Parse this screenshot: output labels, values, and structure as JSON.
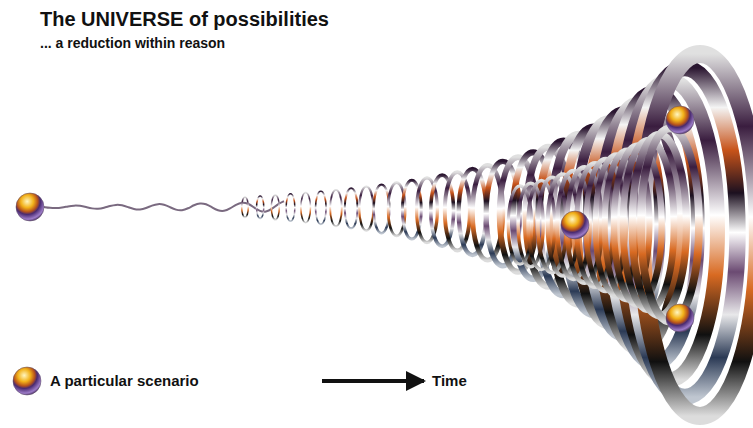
{
  "diagram": {
    "title": "The UNIVERSE of possibilities",
    "labels": [
      "... a reduction within reason",
      "Time"
    ],
    "legend": [
      {
        "text": "A particular scenario"
      }
    ]
  }
}
